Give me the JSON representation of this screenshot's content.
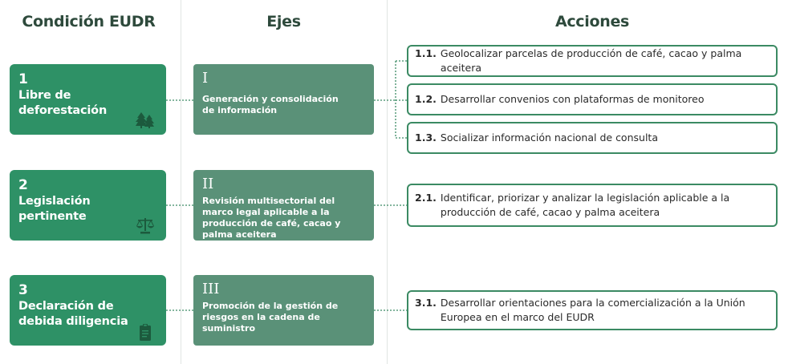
{
  "headers": {
    "condicion": "Condición EUDR",
    "ejes": "Ejes",
    "acciones": "Acciones"
  },
  "rows": [
    {
      "condition": {
        "number": "1",
        "label": "Libre de deforestación",
        "icon": "forest-icon"
      },
      "axis": {
        "roman": "I",
        "label": "Generación y consolidación de información"
      },
      "actions": [
        {
          "code": "1.1.",
          "text": "Geolocalizar parcelas de producción de café, cacao y palma aceitera"
        },
        {
          "code": "1.2.",
          "text": "Desarrollar convenios con plataformas de monitoreo"
        },
        {
          "code": "1.3.",
          "text": "Socializar información nacional de consulta"
        }
      ]
    },
    {
      "condition": {
        "number": "2",
        "label": "Legislación pertinente",
        "icon": "scale-icon"
      },
      "axis": {
        "roman": "II",
        "label": "Revisión multisectorial del marco legal aplicable a la producción de café, cacao y palma aceitera"
      },
      "actions": [
        {
          "code": "2.1.",
          "text": "Identificar, priorizar y analizar la legislación aplicable a la producción de café, cacao y palma aceitera"
        }
      ]
    },
    {
      "condition": {
        "number": "3",
        "label": "Declaración de debida diligencia",
        "icon": "clipboard-icon"
      },
      "axis": {
        "roman": "III",
        "label": "Promoción de la gestión de riesgos en la cadena de suministro"
      },
      "actions": [
        {
          "code": "3.1.",
          "text": "Desarrollar orientaciones para la comercialización a la Unión Europea en el marco del EUDR"
        }
      ]
    }
  ],
  "colors": {
    "condition_fill": "#2e9166",
    "axis_fill": "#5a9178",
    "action_border": "#3b8a63",
    "header_text": "#2e4a3c",
    "connector": "#3b8a63"
  }
}
